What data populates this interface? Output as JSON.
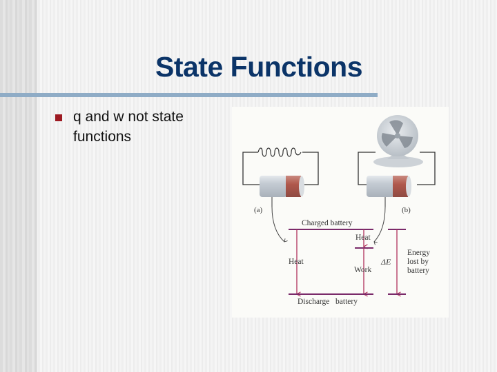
{
  "slide": {
    "title": "State Functions",
    "bullets": [
      {
        "text": "q and w not state functions"
      }
    ]
  },
  "figure": {
    "panel_a_label": "(a)",
    "panel_b_label": "(b)",
    "charged_label": "Charged battery",
    "discharge_label": "Discharge   battery",
    "heat_left_label": "Heat",
    "heat_right_label": "Heat",
    "work_label": "Work",
    "delta_e_label": "ΔE",
    "energy_label_1": "Energy",
    "energy_label_2": "lost by",
    "energy_label_3": "battery",
    "colors": {
      "arrow": "#b0305a",
      "level_line": "#7a2a6a",
      "battery_body": "#c9d0d8",
      "battery_band": "#b3645a"
    }
  },
  "colors": {
    "title": "#0b3468",
    "rule": "#8facc6",
    "bullet": "#9d1a22"
  }
}
